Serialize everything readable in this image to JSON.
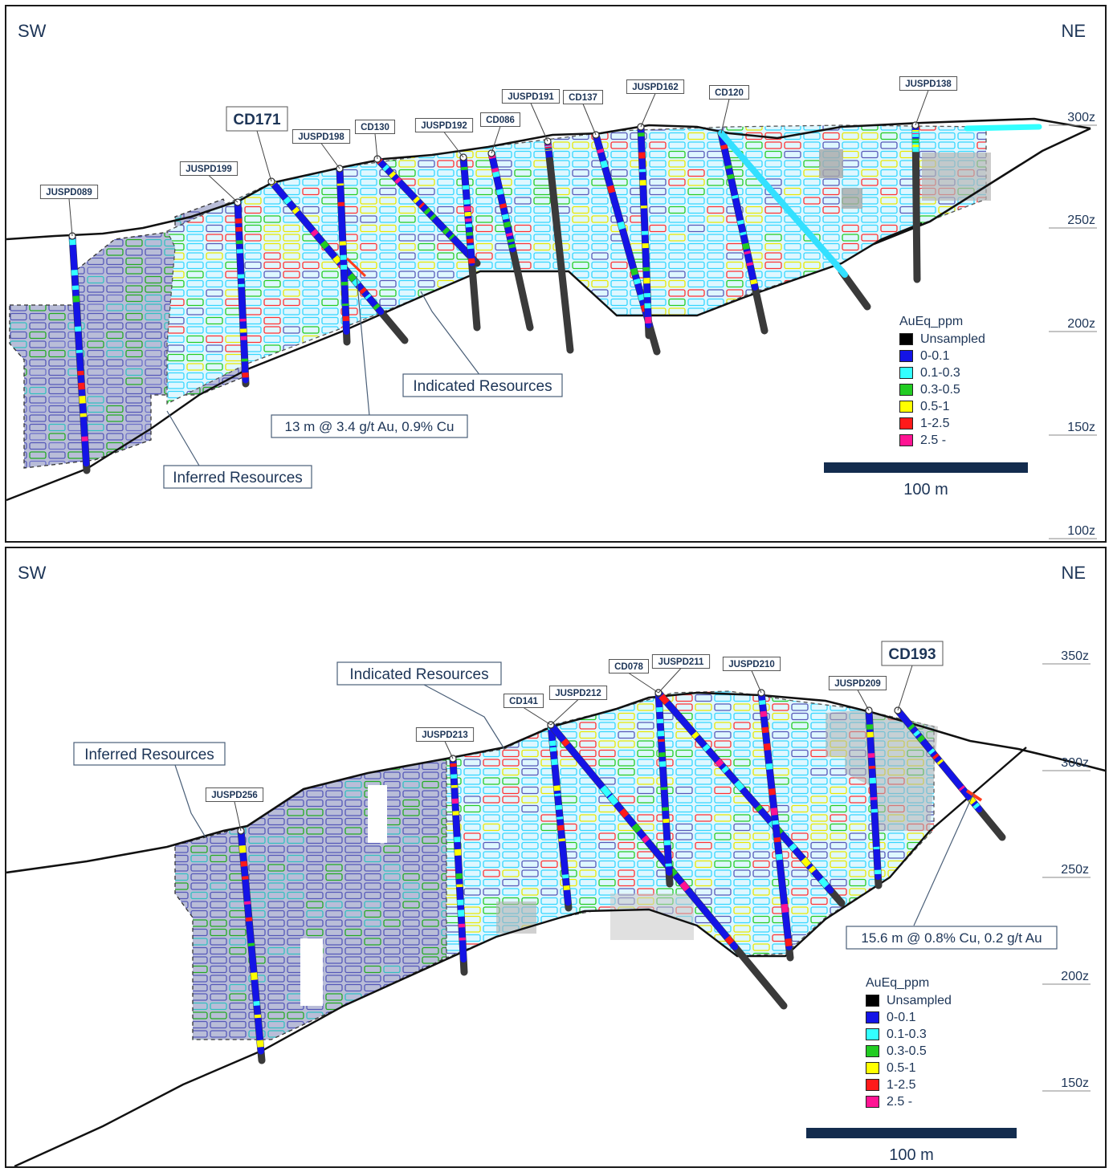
{
  "colors": {
    "line": "#111111",
    "text": "#1d3557",
    "indicated_block": "#c7f0ff",
    "inferred_block": "#9aa0c8",
    "scale_bar": "#132c4e"
  },
  "legend_icons": {
    "unsampled": "black-square",
    "lo": "blue-square"
  },
  "top": {
    "sw_label": "SW",
    "ne_label": "NE",
    "elevations": [
      "300z",
      "250z",
      "200z",
      "150z",
      "100z"
    ],
    "holes": [
      {
        "id": "JUSPD089",
        "highlight": false
      },
      {
        "id": "JUSPD199",
        "highlight": false
      },
      {
        "id": "CD171",
        "highlight": true
      },
      {
        "id": "JUSPD198",
        "highlight": false
      },
      {
        "id": "CD130",
        "highlight": false
      },
      {
        "id": "JUSPD192",
        "highlight": false
      },
      {
        "id": "CD086",
        "highlight": false
      },
      {
        "id": "JUSPD191",
        "highlight": false
      },
      {
        "id": "CD137",
        "highlight": false
      },
      {
        "id": "JUSPD162",
        "highlight": false
      },
      {
        "id": "CD120",
        "highlight": false
      },
      {
        "id": "JUSPD138",
        "highlight": false
      }
    ],
    "callouts": {
      "indicated": "Indicated Resources",
      "inferred": "Inferred Resources",
      "intercept": "13 m @ 3.4 g/t Au, 0.9% Cu"
    },
    "legend": {
      "title": "AuEq_ppm",
      "items": [
        {
          "label": "Unsampled",
          "color": "#000000"
        },
        {
          "label": "0-0.1",
          "color": "#1414e6"
        },
        {
          "label": "0.1-0.3",
          "color": "#33ffff"
        },
        {
          "label": "0.3-0.5",
          "color": "#22cc22"
        },
        {
          "label": "0.5-1",
          "color": "#ffff00"
        },
        {
          "label": "1-2.5",
          "color": "#ff1a1a"
        },
        {
          "label": "2.5 -",
          "color": "#ff1493"
        }
      ]
    },
    "scale_label": "100  m"
  },
  "bottom": {
    "sw_label": "SW",
    "ne_label": "NE",
    "elevations": [
      "350z",
      "300z",
      "250z",
      "200z",
      "150z"
    ],
    "holes": [
      {
        "id": "JUSPD256",
        "highlight": false
      },
      {
        "id": "JUSPD213",
        "highlight": false
      },
      {
        "id": "CD141",
        "highlight": false
      },
      {
        "id": "JUSPD212",
        "highlight": false
      },
      {
        "id": "CD078",
        "highlight": false
      },
      {
        "id": "JUSPD211",
        "highlight": false
      },
      {
        "id": "JUSPD210",
        "highlight": false
      },
      {
        "id": "JUSPD209",
        "highlight": false
      },
      {
        "id": "CD193",
        "highlight": true
      }
    ],
    "callouts": {
      "indicated": "Indicated Resources",
      "inferred": "Inferred Resources",
      "intercept": "15.6 m @ 0.8% Cu, 0.2 g/t Au"
    },
    "legend": {
      "title": "AuEq_ppm",
      "items": [
        {
          "label": "Unsampled",
          "color": "#000000"
        },
        {
          "label": "0-0.1",
          "color": "#1414e6"
        },
        {
          "label": "0.1-0.3",
          "color": "#33ffff"
        },
        {
          "label": "0.3-0.5",
          "color": "#22cc22"
        },
        {
          "label": "0.5-1",
          "color": "#ffff00"
        },
        {
          "label": "1-2.5",
          "color": "#ff1a1a"
        },
        {
          "label": "2.5 -",
          "color": "#ff1493"
        }
      ]
    },
    "scale_label": "100  m"
  }
}
